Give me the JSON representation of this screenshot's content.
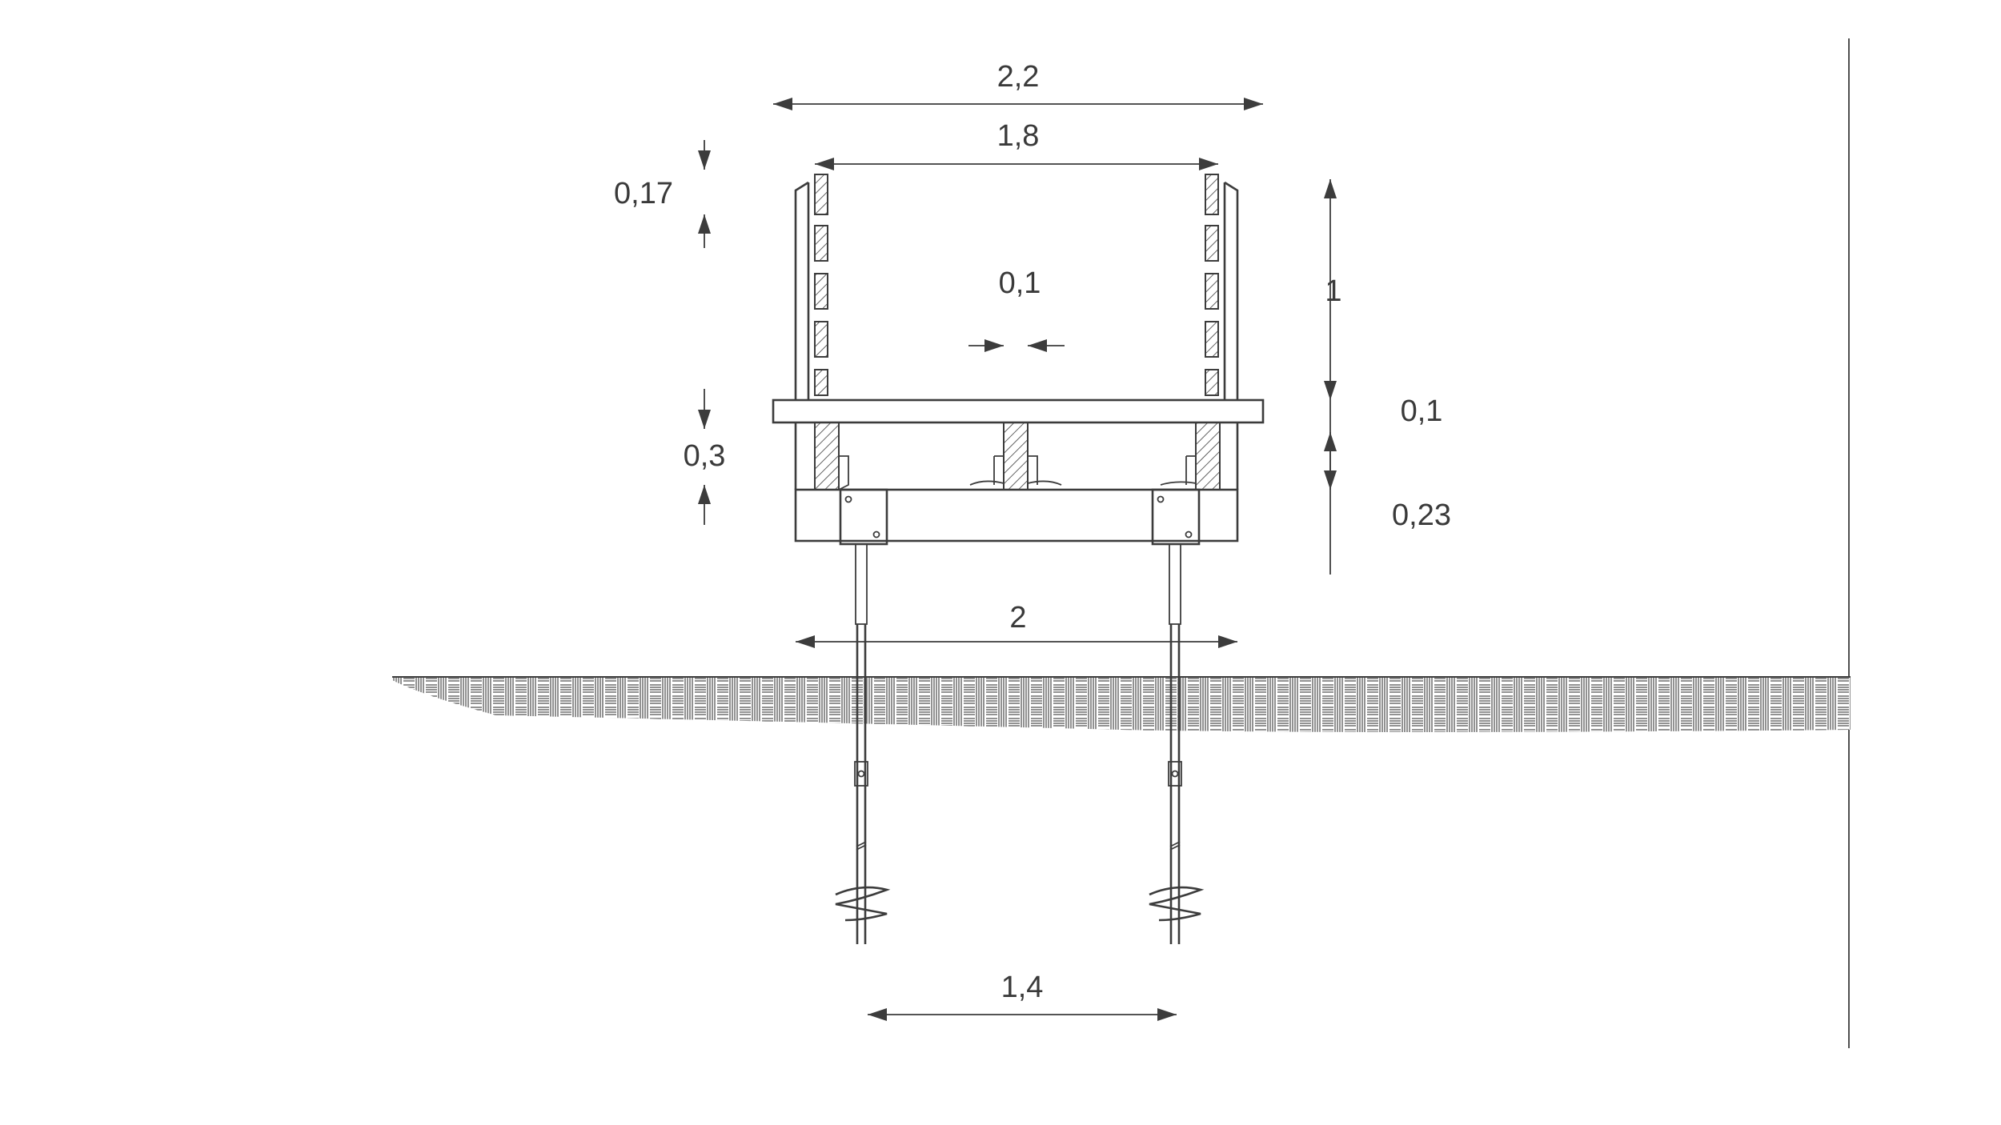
{
  "dimensions": {
    "overall_width": "2,2",
    "inner_width": "1,8",
    "rail_gap": "0,17",
    "center_gap": "0,1",
    "rail_height": "1",
    "deck_thickness": "0,1",
    "beam_height": "0,3",
    "frame_height": "0,23",
    "post_spacing": "2",
    "screw_spacing": "1,4"
  },
  "colors": {
    "line": "#3c3c3c",
    "text": "#3a3a3a",
    "soil": "#4a4a4a",
    "background": "#ffffff"
  }
}
